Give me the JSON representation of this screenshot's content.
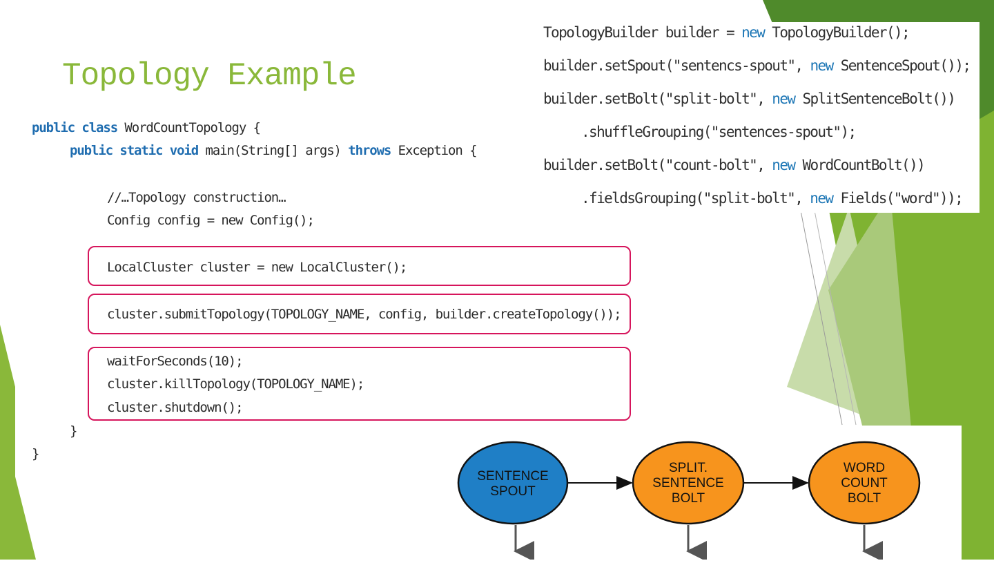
{
  "title": "Topology Example",
  "main_code": {
    "line1": {
      "kw": "public class",
      "rest": " WordCountTopology {"
    },
    "line2": {
      "kw1": "public static void",
      "mid": " main(String[] args) ",
      "kw2": "throws",
      "rest": " Exception {"
    },
    "line3": "//…Topology construction…",
    "line4": "Config config = new Config();",
    "line5": "LocalCluster cluster = new LocalCluster();",
    "line6": "cluster.submitTopology(TOPOLOGY_NAME, config, builder.createTopology());",
    "line7": "waitForSeconds(10);",
    "line8": "cluster.killTopology(TOPOLOGY_NAME);",
    "line9": "cluster.shutdown();",
    "line10": "}",
    "line11": "}"
  },
  "builder_code": {
    "l1": {
      "a": "TopologyBuilder builder = ",
      "kw": "new",
      "b": " TopologyBuilder();"
    },
    "l2": {
      "a": "builder.setSpout(\"sentencs-spout\", ",
      "kw": "new",
      "b": " SentenceSpout());"
    },
    "l3": {
      "a": "builder.setBolt(\"split-bolt\", ",
      "kw": "new",
      "b": " SplitSentenceBolt())"
    },
    "l4": ".shuffleGrouping(\"sentences-spout\");",
    "l5": {
      "a": "builder.setBolt(\"count-bolt\", ",
      "kw": "new",
      "b": " WordCountBolt())"
    },
    "l6": {
      "a": ".fieldsGrouping(\"split-bolt\", ",
      "kw": "new",
      "b": " Fields(\"word\"));"
    }
  },
  "diagram": {
    "node1": {
      "line1": "SENTENCE",
      "line2": "SPOUT"
    },
    "node2": {
      "line1": "SPLIT.",
      "line2": "SENTENCE",
      "line3": "BOLT"
    },
    "node3": {
      "line1": "WORD",
      "line2": "COUNT",
      "line3": "BOLT"
    },
    "colors": {
      "spout": "#1f7fc6",
      "bolt": "#f7941d"
    }
  },
  "colors": {
    "title": "#8ab83a",
    "keyword": "#1f6db0",
    "highlight": "#d6155c",
    "accent_green": "#7fb332"
  }
}
